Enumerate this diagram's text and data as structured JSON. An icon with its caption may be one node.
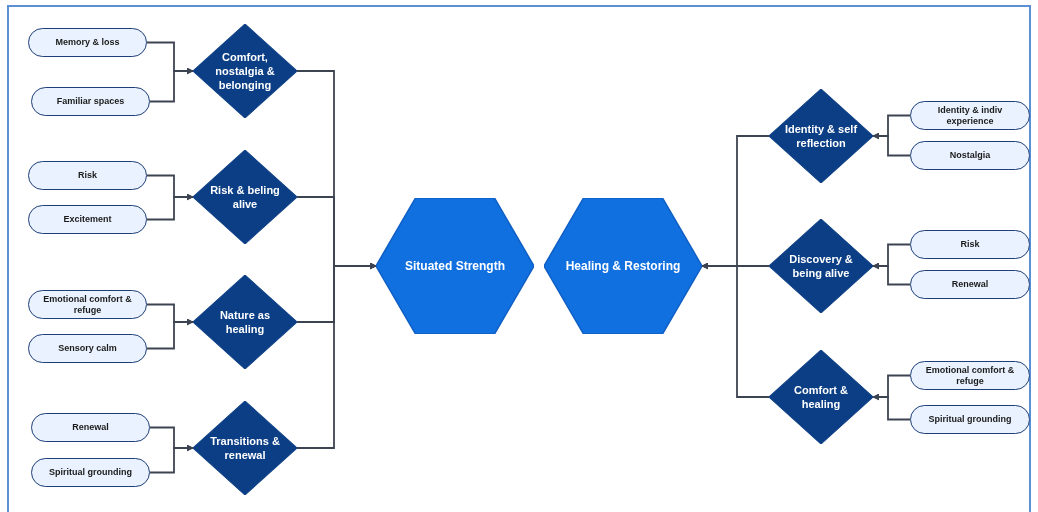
{
  "diagram": {
    "nodes": [
      {
        "text": [
          "Memory & loss"
        ]
      },
      {
        "text": [
          "Familiar spaces"
        ]
      },
      {
        "text": [
          "Comfort, nostalgia & belonging"
        ]
      },
      {
        "text": [
          "Risk"
        ]
      },
      {
        "text": [
          "Excitement"
        ]
      },
      {
        "text": [
          "Risk & beling alive"
        ]
      },
      {
        "text": [
          "Emotional comfort & refuge"
        ]
      },
      {
        "text": [
          "Sensory calm"
        ]
      },
      {
        "text": [
          "Nature as healing"
        ]
      },
      {
        "text": [
          "Renewal"
        ]
      },
      {
        "text": [
          "Spiritual grounding"
        ]
      },
      {
        "text": [
          "Transitions & renewal"
        ]
      },
      {
        "text": [
          "Situated Strength"
        ]
      },
      {
        "text": [
          "Healing & Restoring"
        ]
      },
      {
        "text": [
          "Identity & self reflection"
        ]
      },
      {
        "text": [
          "Identity & indiv experience"
        ]
      },
      {
        "text": [
          "Nostalgia"
        ]
      },
      {
        "text": [
          "Discovery & being alive"
        ]
      },
      {
        "text": [
          "Risk"
        ]
      },
      {
        "text": [
          "Renewal"
        ]
      },
      {
        "text": [
          "Comfort & healing"
        ]
      },
      {
        "text": [
          "Emotional comfort & refuge"
        ]
      },
      {
        "text": [
          "Spiritual grounding"
        ]
      }
    ],
    "edges": [
      {
        "from": 0,
        "to": 2,
        "arrow": "to"
      },
      {
        "from": 1,
        "to": 2,
        "arrow": "to"
      },
      {
        "from": 3,
        "to": 5,
        "arrow": "to"
      },
      {
        "from": 4,
        "to": 5,
        "arrow": "to"
      },
      {
        "from": 6,
        "to": 8,
        "arrow": "to"
      },
      {
        "from": 7,
        "to": 8,
        "arrow": "to"
      },
      {
        "from": 9,
        "to": 11,
        "arrow": "to"
      },
      {
        "from": 10,
        "to": 11,
        "arrow": "to"
      },
      {
        "from": 2,
        "to": 12,
        "arrow": "to"
      },
      {
        "from": 5,
        "to": 12,
        "arrow": "to"
      },
      {
        "from": 8,
        "to": 12,
        "arrow": "to"
      },
      {
        "from": 11,
        "to": 12,
        "arrow": "to"
      },
      {
        "from": 15,
        "to": 14,
        "arrow": "to"
      },
      {
        "from": 16,
        "to": 14,
        "arrow": "to"
      },
      {
        "from": 18,
        "to": 17,
        "arrow": "to"
      },
      {
        "from": 19,
        "to": 17,
        "arrow": "to"
      },
      {
        "from": 21,
        "to": 20,
        "arrow": "to"
      },
      {
        "from": 22,
        "to": 20,
        "arrow": "to"
      },
      {
        "from": 14,
        "to": 13,
        "arrow": "to"
      },
      {
        "from": 17,
        "to": 13,
        "arrow": "to"
      },
      {
        "from": 20,
        "to": 13,
        "arrow": "to"
      }
    ]
  }
}
